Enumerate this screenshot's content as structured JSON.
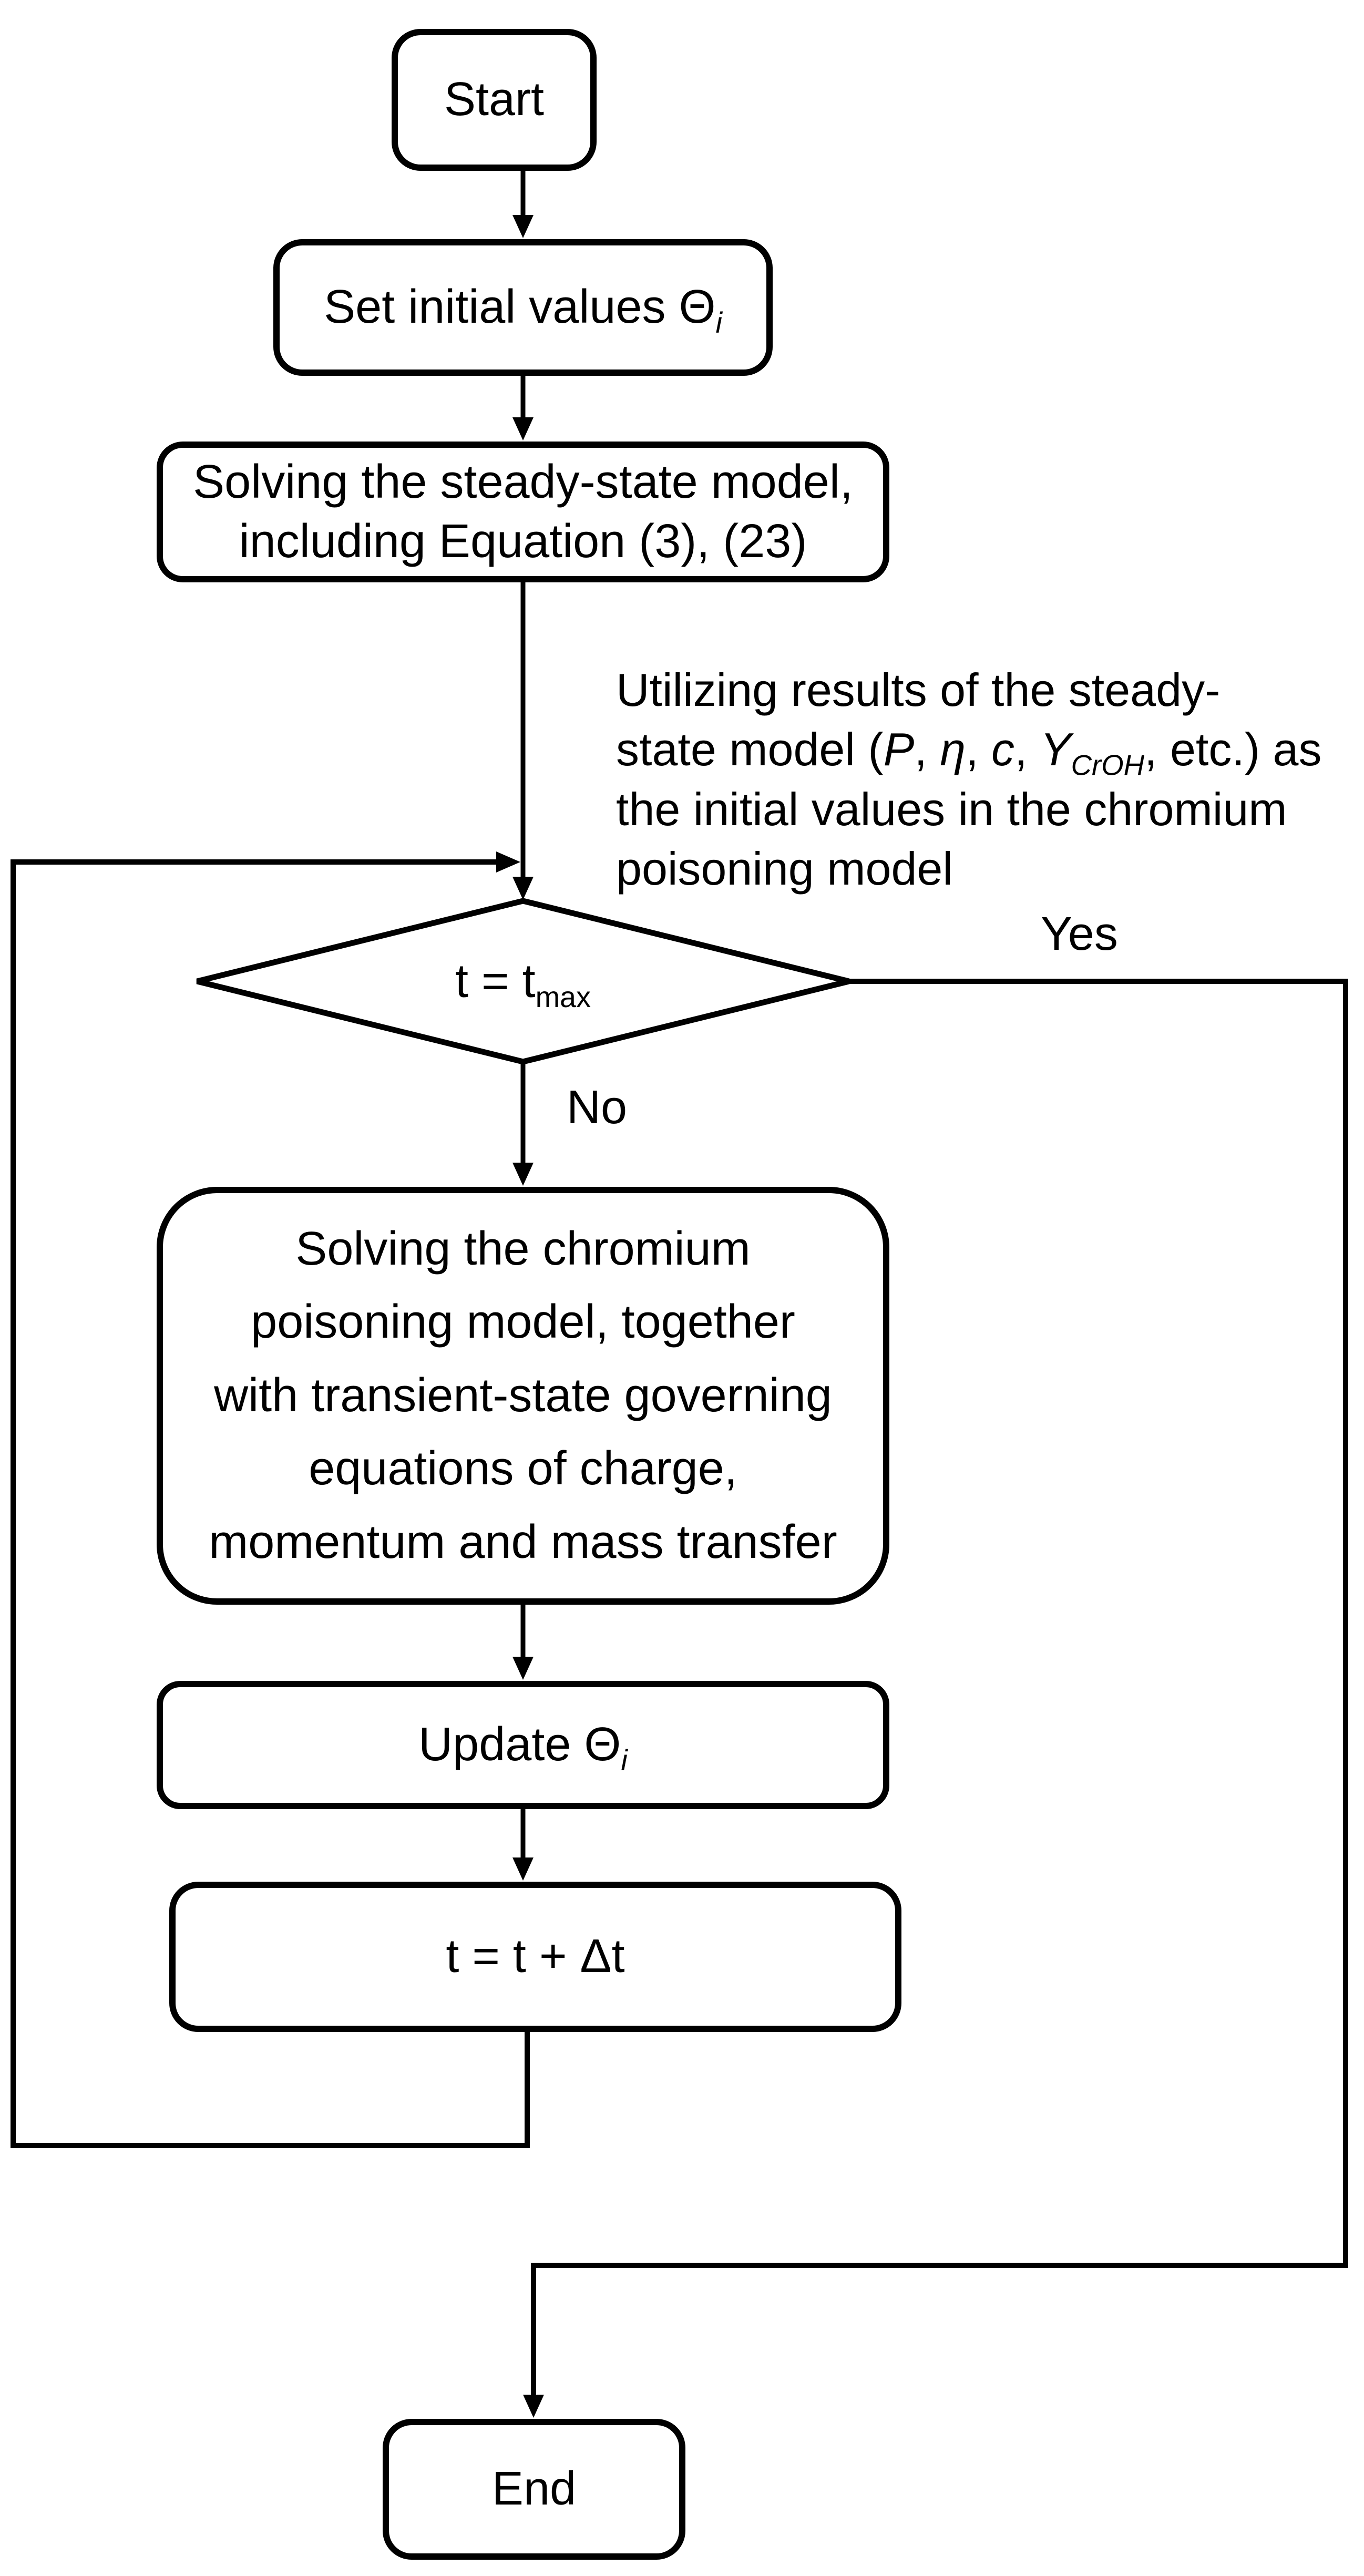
{
  "figure": {
    "background_color": "#ffffff",
    "line_color": "#000000",
    "type": "flowchart"
  },
  "nodes": {
    "start": {
      "label": "Start",
      "shape": "rounded-rectangle"
    },
    "set_initial": {
      "label": "Set initial values Θ",
      "subscript": "i",
      "shape": "rounded-rectangle"
    },
    "steady_state": {
      "label": "Solving the steady-state model,\nincluding Equation (3), (23)",
      "shape": "rounded-rectangle"
    },
    "decision": {
      "label": "t = t",
      "subscript": "max",
      "shape": "diamond"
    },
    "chromium_model": {
      "label": "Solving the chromium\npoisoning model, together\nwith transient-state governing\nequations of charge,\nmomentum and mass transfer",
      "shape": "rounded-rectangle"
    },
    "update_theta": {
      "label": "Update Θ",
      "subscript": "i",
      "shape": "rounded-rectangle"
    },
    "time_step": {
      "label": "t = t + Δt",
      "shape": "rounded-rectangle"
    },
    "end": {
      "label": "End",
      "shape": "rounded-rectangle"
    }
  },
  "edges": {
    "yes_label": "Yes",
    "no_label": "No"
  },
  "annotation": {
    "part1": "Utilizing results of the steady-\nstate model (",
    "var1": "P",
    "sep1": ", ",
    "var2": "η",
    "sep2": ", ",
    "var3": "c",
    "sep3": ", ",
    "var4": "Y",
    "var4_subscript": "CrOH",
    "part2": ", etc.) as\nthe initial values in the chromium\npoisoning model"
  }
}
